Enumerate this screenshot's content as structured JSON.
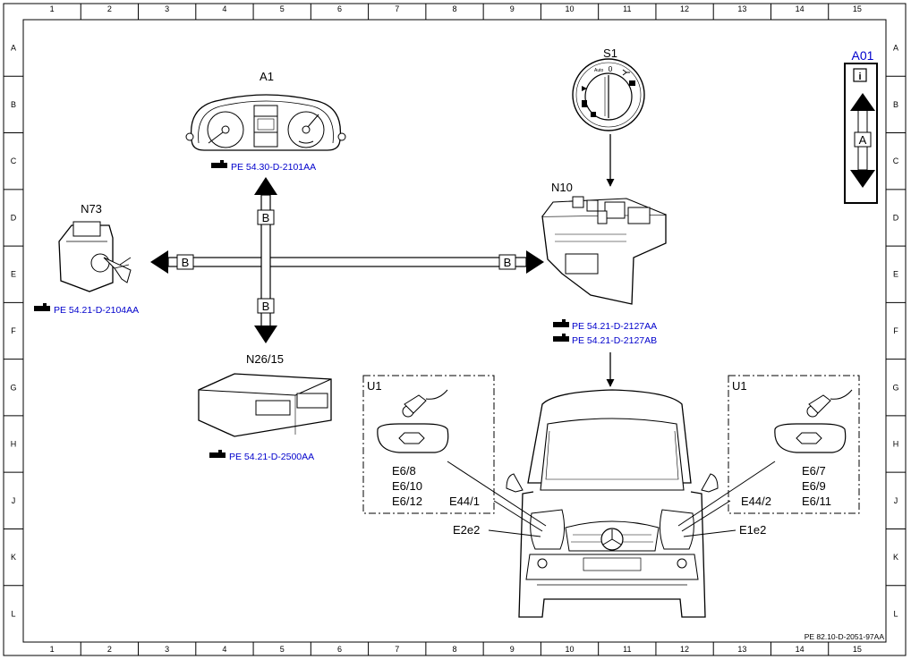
{
  "ruler": {
    "columns": [
      "1",
      "2",
      "3",
      "4",
      "5",
      "6",
      "7",
      "8",
      "9",
      "10",
      "11",
      "12",
      "13",
      "14",
      "15"
    ],
    "rows": [
      "A",
      "B",
      "C",
      "D",
      "E",
      "F",
      "G",
      "H",
      "J",
      "K",
      "L"
    ]
  },
  "components": {
    "a1": {
      "label": "A1",
      "ref": "PE 54.30-D-2101AA"
    },
    "s1": {
      "label": "S1"
    },
    "n10": {
      "label": "N10",
      "refs": [
        "PE 54.21-D-2127AA",
        "PE 54.21-D-2127AB"
      ]
    },
    "n73": {
      "label": "N73",
      "ref": "PE 54.21-D-2104AA"
    },
    "n26": {
      "label": "N26/15",
      "ref": "PE 54.21-D-2500AA"
    },
    "a01": {
      "label": "A01",
      "info": "i",
      "bus": "A"
    }
  },
  "bus_labels": {
    "up": "B",
    "left": "B",
    "right": "B",
    "down": "B"
  },
  "u1_left": {
    "title": "U1",
    "items": [
      "E6/8",
      "E6/10",
      "E6/12"
    ]
  },
  "u1_right": {
    "title": "U1",
    "items": [
      "E6/7",
      "E6/9",
      "E6/11"
    ]
  },
  "vehicle": {
    "e44_1": "E44/1",
    "e44_2": "E44/2",
    "e2e2": "E2e2",
    "e1e2": "E1e2"
  },
  "footer": {
    "doc_ref": "PE 82.10-D-2051-97AA"
  }
}
